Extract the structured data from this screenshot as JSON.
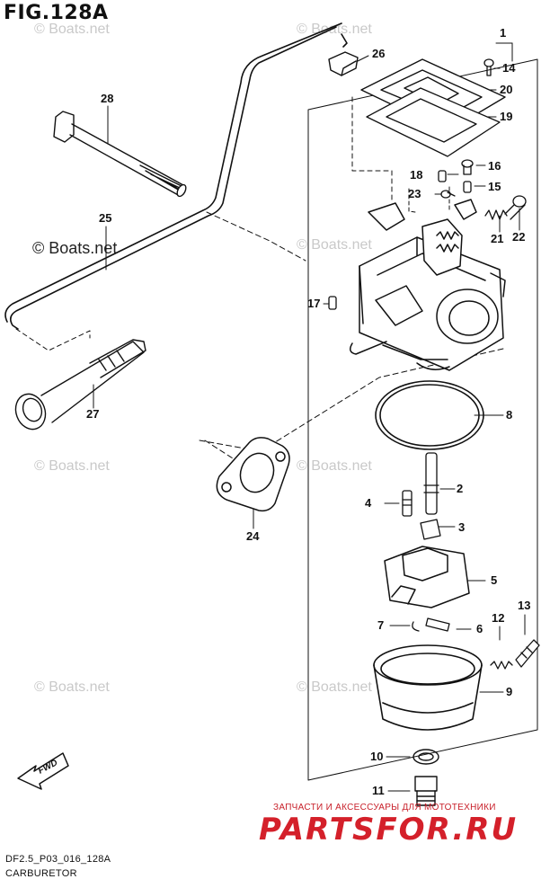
{
  "figure": {
    "title": "FIG.128A",
    "code": "DF2.5_P03_016_128A",
    "name": "CARBURETOR"
  },
  "watermarks": [
    "© Boats.net",
    "© Boats.net",
    "© Boats.net",
    "© Boats.net",
    "© Boats.net",
    "© Boats.net",
    "© Boats.net",
    "© Boats.net"
  ],
  "brand": {
    "tagline": "ЗАПЧАСТИ И АКСЕССУАРЫ ДЛЯ МОТОТЕХНИКИ",
    "logo": "PARTSFOR.RU",
    "color": "#d4202a"
  },
  "fwd_indicator": {
    "label": "FWD",
    "icon": "fwd-arrow-icon"
  },
  "callouts": {
    "p1": "1",
    "p2": "2",
    "p3": "3",
    "p4": "4",
    "p5": "5",
    "p6": "6",
    "p7": "7",
    "p8": "8",
    "p9": "9",
    "p10": "10",
    "p11": "11",
    "p12": "12",
    "p13": "13",
    "p14": "14",
    "p15": "15",
    "p16": "16",
    "p17": "17",
    "p18": "18",
    "p19": "19",
    "p20": "20",
    "p21": "21",
    "p22": "22",
    "p23": "23",
    "p24": "24",
    "p25": "25",
    "p26": "26",
    "p27": "27",
    "p28": "28"
  }
}
